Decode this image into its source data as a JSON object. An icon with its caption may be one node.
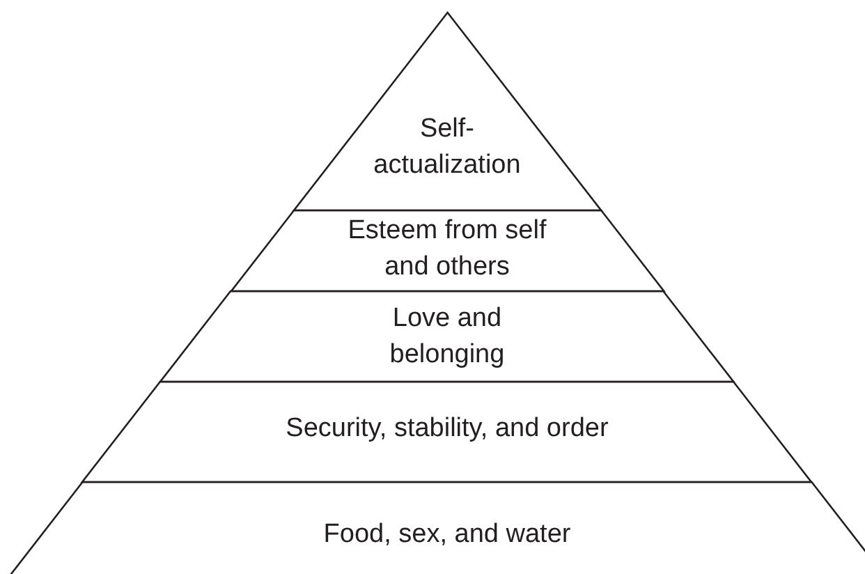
{
  "diagram": {
    "nodes": [
      {
        "text": [
          "Self-actualization"
        ]
      },
      {
        "text": [
          "Esteem from self and others"
        ]
      },
      {
        "text": [
          "Love and belonging"
        ]
      },
      {
        "text": [
          "Security, stability, and order"
        ]
      },
      {
        "text": [
          "Food, sex, and water"
        ]
      }
    ]
  }
}
